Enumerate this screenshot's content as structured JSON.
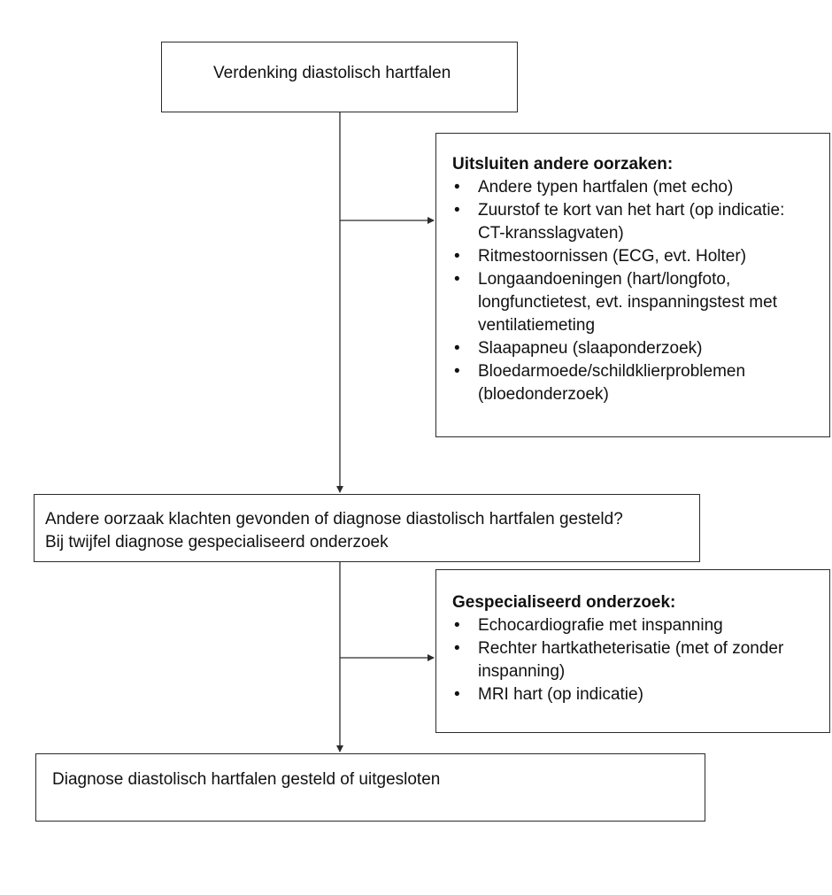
{
  "start": {
    "text": "Verdenking diastolisch hartfalen"
  },
  "exclude": {
    "heading": "Uitsluiten andere oorzaken:",
    "items": [
      "Andere typen hartfalen (met echo)",
      "Zuurstof te kort van het hart (op indicatie: CT-kransslagvaten)",
      "Ritmestoornissen (ECG, evt. Holter)",
      "Longaandoeningen (hart/longfoto, longfunctietest, evt. inspanningstest met ventilatiemeting",
      "Slaapapneu (slaaponderzoek)",
      "Bloedarmoede/schildklierproblemen (bloedonderzoek)"
    ]
  },
  "decision": {
    "line1": "Andere oorzaak klachten gevonden of diagnose diastolisch hartfalen gesteld?",
    "line2": "Bij twijfel diagnose gespecialiseerd onderzoek"
  },
  "special": {
    "heading": "Gespecialiseerd onderzoek:",
    "items": [
      "Echocardiografie met inspanning",
      "Rechter hartkatheterisatie (met of zonder inspanning)",
      "MRI hart (op indicatie)"
    ]
  },
  "final": {
    "text": "Diagnose diastolisch hartfalen gesteld of uitgesloten"
  },
  "colors": {
    "line": "#2b2b2b",
    "text": "#111111"
  }
}
